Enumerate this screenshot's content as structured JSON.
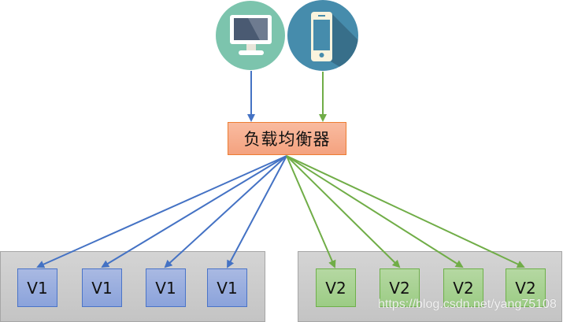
{
  "diagram": {
    "clients": [
      {
        "name": "desktop",
        "icon": "desktop-monitor-icon",
        "circle_color": "#7cc4ad",
        "arrow_color": "#4472c4"
      },
      {
        "name": "mobile",
        "icon": "smartphone-icon",
        "circle_color": "#468cac",
        "arrow_color": "#70ad47"
      }
    ],
    "load_balancer": {
      "label": "负载均衡器",
      "fill": "#f4a27f",
      "border": "#ed7d31"
    },
    "groups": [
      {
        "name": "v1-group",
        "color": "#4472c4",
        "nodes": [
          "V1",
          "V1",
          "V1",
          "V1"
        ]
      },
      {
        "name": "v2-group",
        "color": "#70ad47",
        "nodes": [
          "V2",
          "V2",
          "V2",
          "V2"
        ]
      }
    ],
    "watermark": "https://blog.csdn.net/yang75108"
  }
}
